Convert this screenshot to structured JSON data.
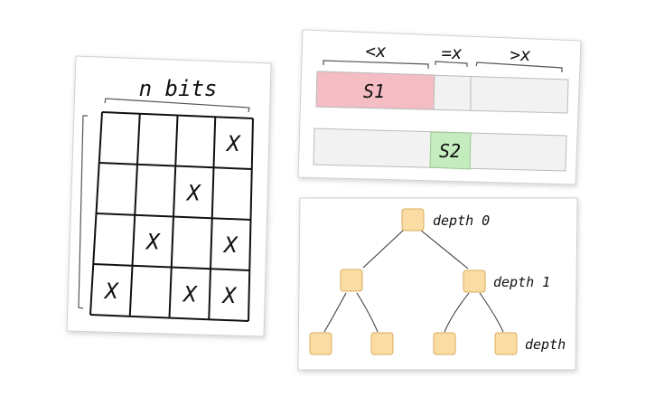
{
  "bit_grid": {
    "title": "n bits",
    "mark": "X",
    "rows": [
      [
        false,
        false,
        false,
        true
      ],
      [
        false,
        false,
        true,
        false
      ],
      [
        false,
        true,
        false,
        true
      ],
      [
        true,
        false,
        true,
        true
      ]
    ]
  },
  "partition": {
    "headers": {
      "less": "<x",
      "equal": "=x",
      "greater": ">x"
    },
    "s1_label": "S1",
    "s2_label": "S2"
  },
  "tree": {
    "labels": {
      "depth0": "depth 0",
      "depth1": "depth 1",
      "depth2": "depth"
    }
  },
  "colors": {
    "card_bg": "#ffffff",
    "card_border": "#d0d0d0",
    "bar_bg": "#f2f2f2",
    "s1_fill": "#f4bcc3",
    "s2_fill": "#c4ecbf",
    "node_fill": "#fbdca3",
    "node_stroke": "#d9ad5f",
    "ink": "#111111"
  }
}
